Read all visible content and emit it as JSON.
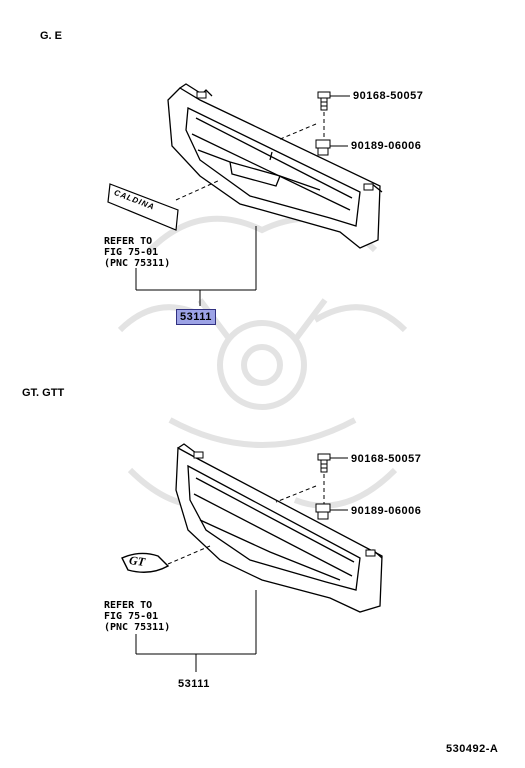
{
  "sections": [
    {
      "heading": "G. E",
      "fastener_bolt": "90168-50057",
      "fastener_nut": "90189-06006",
      "refer": [
        "REFER TO",
        "FIG 75-01",
        "(PNC 75311)"
      ],
      "emblem_text": "CALDINA",
      "part_number": "53111",
      "part_highlighted": true
    },
    {
      "heading": "GT. GTT",
      "fastener_bolt": "90168-50057",
      "fastener_nut": "90189-06006",
      "refer": [
        "REFER TO",
        "FIG 75-01",
        "(PNC 75311)"
      ],
      "emblem_text": "GT",
      "part_number": "53111",
      "part_highlighted": false
    }
  ],
  "figure_code": "530492-A",
  "colors": {
    "highlight": "#9da3e6",
    "line": "#000000",
    "watermark": "#e6e6e6"
  }
}
